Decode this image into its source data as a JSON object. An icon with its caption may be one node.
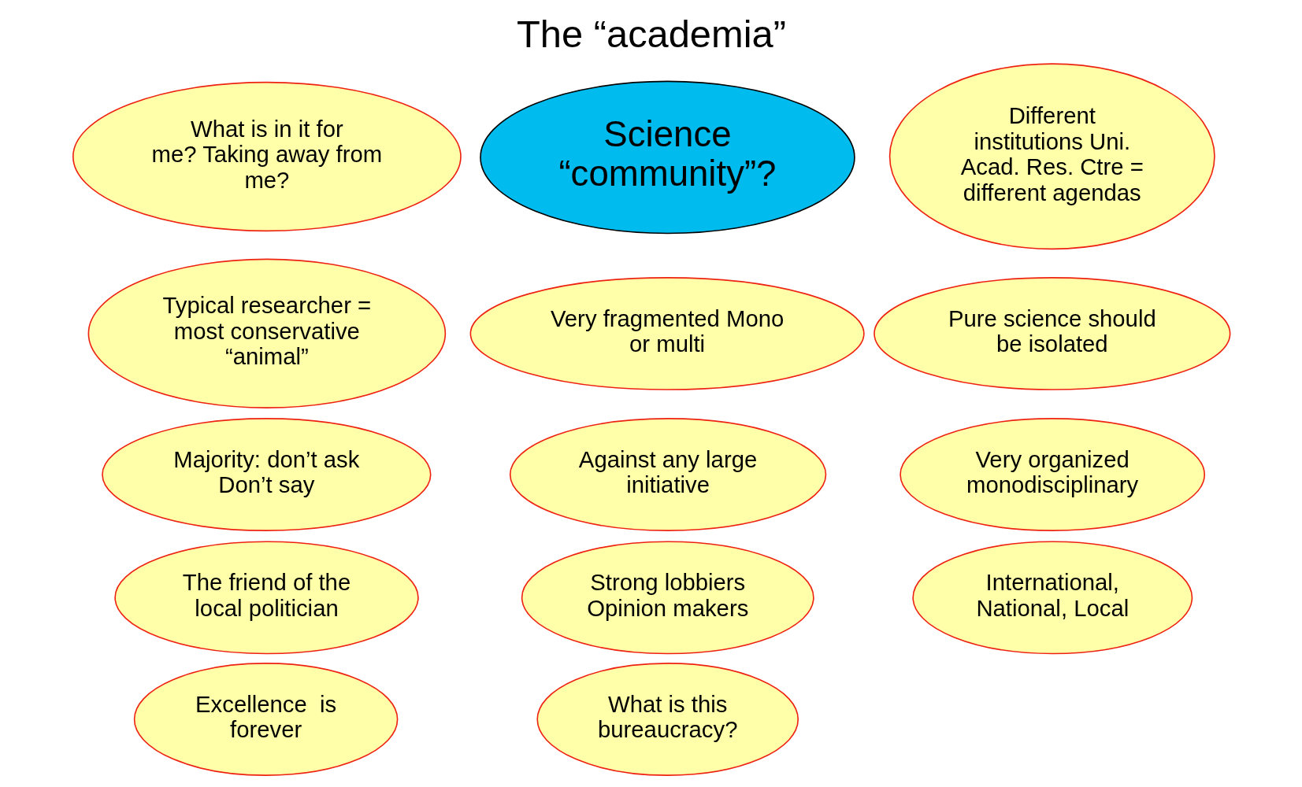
{
  "diagram": {
    "title": "The “academia”",
    "nodes": [
      {
        "text": [
          "Pure science should be isolated"
        ]
      },
      {
        "text": [
          "What is in it for me? Taking away from me?"
        ]
      },
      {
        "text": [
          "Strong lobbiers Opinion makers"
        ]
      },
      {
        "text": [
          "Excellence  is forever"
        ]
      },
      {
        "text": [
          "Against any large initiative"
        ]
      },
      {
        "text": [
          "Very fragmented Mono or multi"
        ]
      },
      {
        "text": [
          "Science “community”?"
        ]
      },
      {
        "text": [
          "The friend of the local politician"
        ]
      },
      {
        "text": [
          "Very organized monodisciplinary"
        ]
      },
      {
        "text": [
          "International, National, Local"
        ]
      },
      {
        "text": [
          "What is this bureaucracy?"
        ]
      },
      {
        "text": [
          "Typical researcher = most conservative “animal”"
        ]
      },
      {
        "text": [
          "Majority: don’t ask Don’t say"
        ]
      },
      {
        "text": [
          "Different institutions Uni. Acad. Res. Ctre = different agendas"
        ]
      }
    ]
  }
}
